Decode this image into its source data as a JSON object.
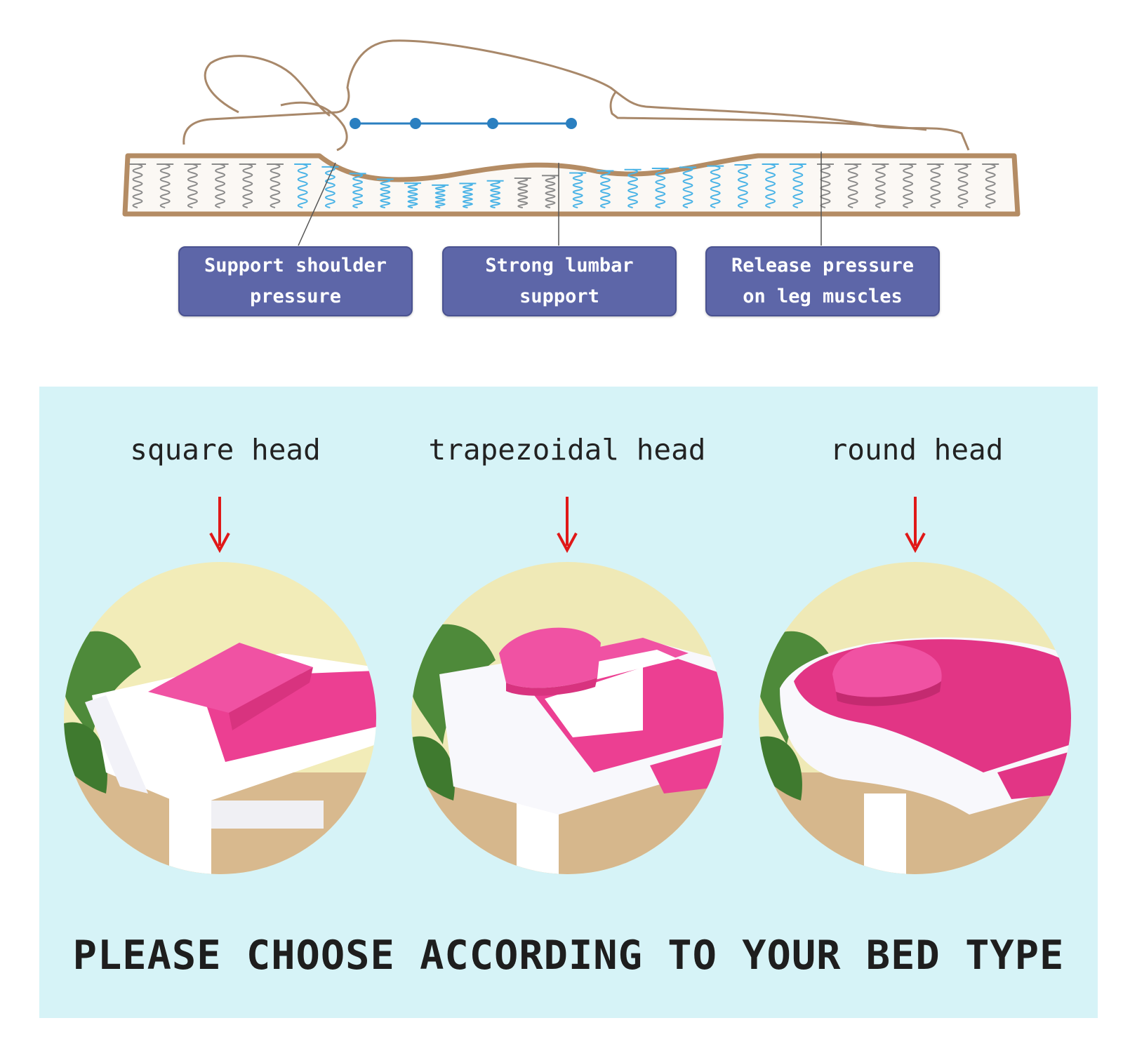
{
  "callouts": [
    {
      "line1": "Support shoulder",
      "line2": "pressure"
    },
    {
      "line1": "Strong lumbar",
      "line2": "support"
    },
    {
      "line1": "Release pressure",
      "line2": "on leg muscles"
    }
  ],
  "head_options": [
    {
      "label": "square head",
      "shape": "square"
    },
    {
      "label": "trapezoidal head",
      "shape": "trapezoidal"
    },
    {
      "label": "round head",
      "shape": "round"
    }
  ],
  "footer": "PLEASE CHOOSE ACCORDING TO YOUR BED TYPE",
  "colors": {
    "panel_bg": "#d6f3f7",
    "callout_bg": "#5d66a8",
    "arrow": "#e01818",
    "mattress_outline": "#b48c64",
    "spring_blue": "#4ab3e6",
    "pink": "#ec3f92"
  },
  "icons": [
    "down-arrow-icon",
    "spring-coil-icon"
  ]
}
